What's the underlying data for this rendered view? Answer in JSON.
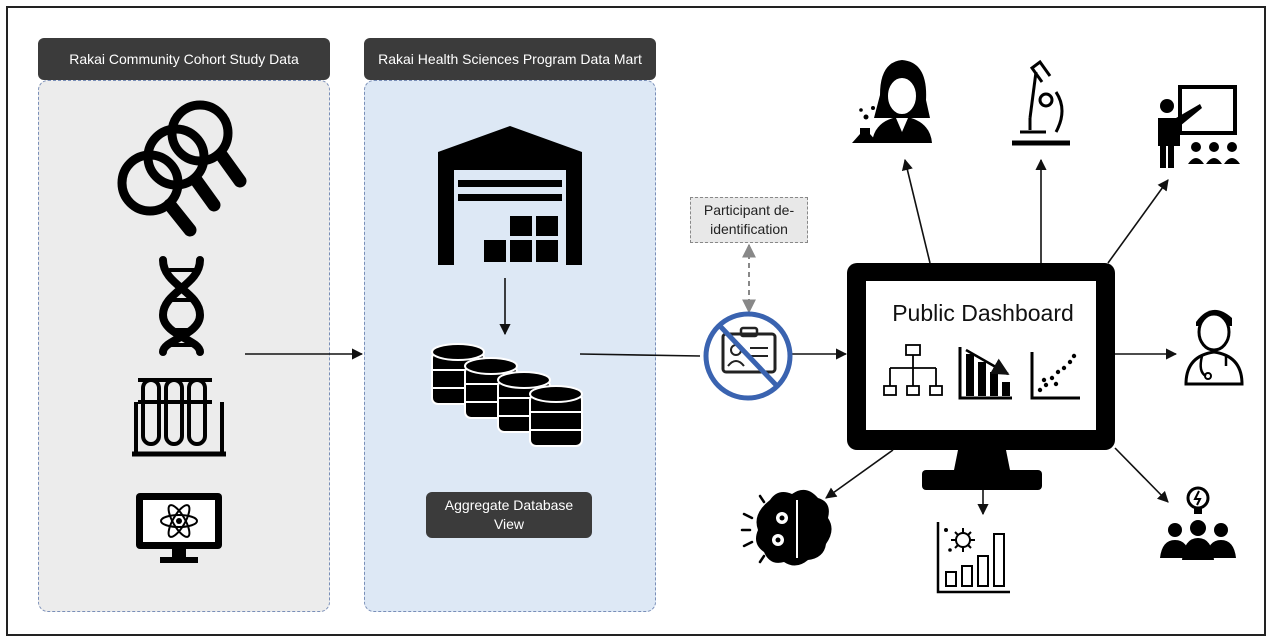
{
  "left_panel": {
    "title": "Rakai Community Cohort Study Data"
  },
  "middle_panel": {
    "title": "Rakai Health Sciences Program Data Mart",
    "aggregate_label": "Aggregate Database View"
  },
  "deidentification": {
    "label": "Participant de-identification"
  },
  "dashboard": {
    "title": "Public Dashboard"
  },
  "icons": [
    "magnifying-glasses-icon",
    "dna-icon",
    "test-tubes-icon",
    "atom-monitor-icon",
    "warehouse-icon",
    "database-stack-icon",
    "no-id-card-icon",
    "scientist-icon",
    "microscope-icon",
    "teacher-icon",
    "doctor-icon",
    "ai-brain-icon",
    "virus-chart-icon",
    "team-idea-icon"
  ]
}
